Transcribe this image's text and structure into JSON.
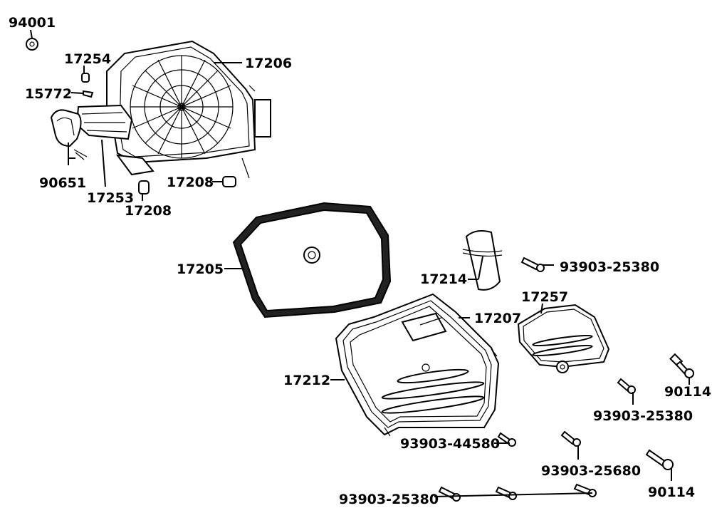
{
  "diagram": {
    "labels": [
      {
        "id": "94001",
        "text": "94001"
      },
      {
        "id": "17254",
        "text": "17254"
      },
      {
        "id": "15772",
        "text": "15772"
      },
      {
        "id": "17206",
        "text": "17206"
      },
      {
        "id": "90651",
        "text": "90651"
      },
      {
        "id": "17253",
        "text": "17253"
      },
      {
        "id": "17208a",
        "text": "17208"
      },
      {
        "id": "17208b",
        "text": "17208"
      },
      {
        "id": "17205",
        "text": "17205"
      },
      {
        "id": "17214",
        "text": "17214"
      },
      {
        "id": "93903-25380a",
        "text": "93903-25380"
      },
      {
        "id": "17257",
        "text": "17257"
      },
      {
        "id": "17207",
        "text": "17207"
      },
      {
        "id": "17212",
        "text": "17212"
      },
      {
        "id": "90114a",
        "text": "90114"
      },
      {
        "id": "93903-25380b",
        "text": "93903-25380"
      },
      {
        "id": "93903-44580",
        "text": "93903-44580"
      },
      {
        "id": "93903-25680",
        "text": "93903-25680"
      },
      {
        "id": "90114b",
        "text": "90114"
      },
      {
        "id": "93903-25380c",
        "text": "93903-25380"
      }
    ]
  }
}
